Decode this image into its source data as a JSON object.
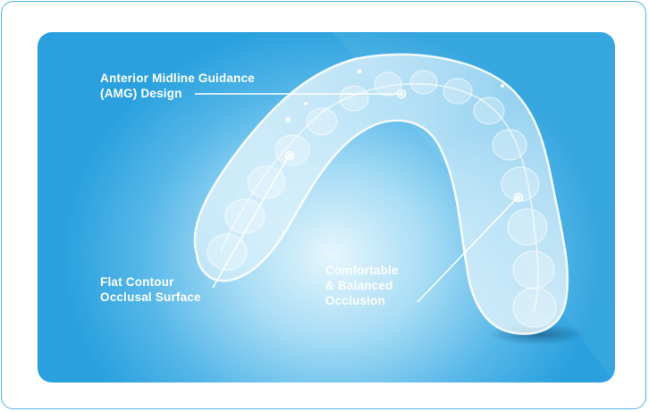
{
  "callouts": {
    "amg": {
      "line1": "Anterior Midline Guidance",
      "line2": "(AMG) Design"
    },
    "flat": {
      "line1": "Flat Contour",
      "line2": "Occlusal Surface"
    },
    "comfort": {
      "line1": "Comfortable",
      "line2": "& Balanced",
      "line3": "Occlusion"
    }
  },
  "colors": {
    "card_border": "#4fb3e3",
    "panel_blue": "#2aa1de",
    "label_text": "#ffffff"
  }
}
